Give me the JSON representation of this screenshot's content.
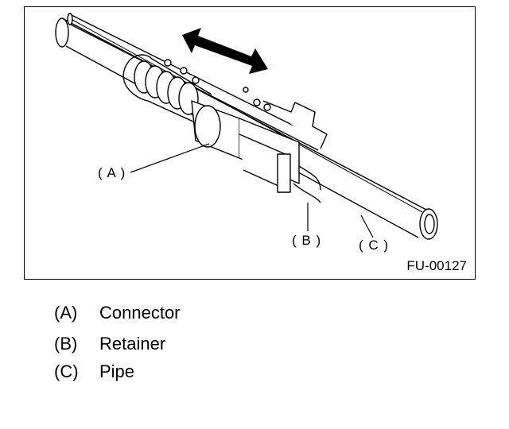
{
  "figure": {
    "code": "FU-00127",
    "callouts": {
      "a": "( A )",
      "b": "( B )",
      "c": "( C )"
    }
  },
  "legend": [
    {
      "key": "(A)",
      "text": "Connector"
    },
    {
      "key": "(B)",
      "text": "Retainer"
    },
    {
      "key": "(C)",
      "text": "Pipe"
    }
  ],
  "colors": {
    "line": "#000000",
    "background": "#ffffff"
  }
}
